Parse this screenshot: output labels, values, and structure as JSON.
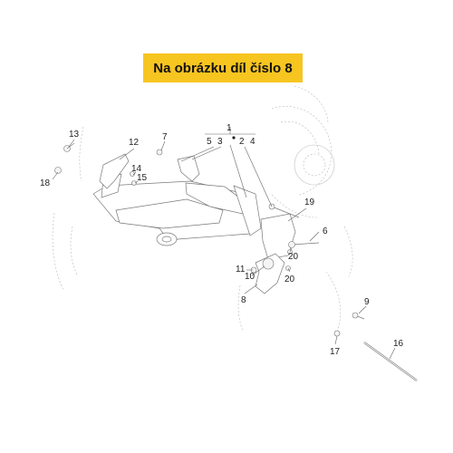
{
  "banner": {
    "text": "Na obrázku díl číslo 8",
    "color": "#f7c520"
  },
  "callouts": {
    "c1": "1",
    "c2": "2",
    "c3": "3",
    "c4": "4",
    "c5": "5",
    "c6": "6",
    "c7": "7",
    "c8": "8",
    "c9": "9",
    "c10": "10",
    "c11": "11",
    "c12": "12",
    "c13": "13",
    "c14": "14",
    "c15": "15",
    "c16": "16",
    "c17": "17",
    "c18": "18",
    "c19": "19",
    "c20a": "20",
    "c20b": "20"
  }
}
